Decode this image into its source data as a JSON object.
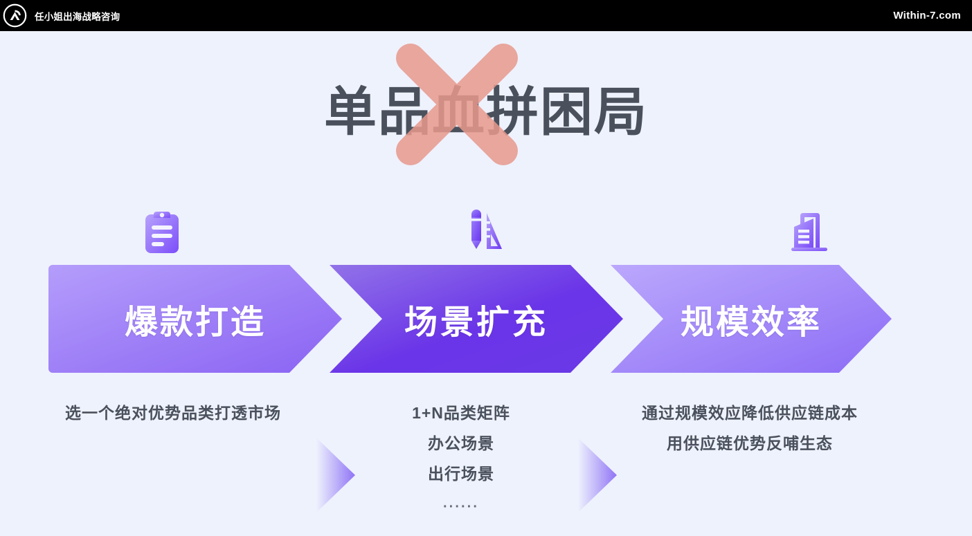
{
  "topbar": {
    "logo_icon": "circular-arrow-logo-icon",
    "brand": "任小姐出海战略咨询",
    "site_url": "Within-7.com",
    "bg_color": "#000000"
  },
  "slide": {
    "background_color": "#eef2fd",
    "headline": "单品血拼困局",
    "headline_color": "#4a515c",
    "cross_mark": {
      "icon": "cross-x-mark-icon",
      "color": "#e8998d",
      "opacity": 0.85
    }
  },
  "icons": [
    {
      "name": "clipboard-icon"
    },
    {
      "name": "pencil-ruler-icon"
    },
    {
      "name": "factory-building-icon"
    }
  ],
  "stages": [
    {
      "label": "爆款打造",
      "gradient_from": "#a78bfa",
      "gradient_to": "#8b5cf6"
    },
    {
      "label": "场景扩充",
      "gradient_from": "#8a6ae0",
      "gradient_to": "#5b21e0"
    },
    {
      "label": "规模效率",
      "gradient_from": "#b39cfb",
      "gradient_to": "#8b6df5"
    }
  ],
  "captions": [
    {
      "lines": [
        "选一个绝对优势品类打透市场"
      ]
    },
    {
      "lines": [
        "1+N品类矩阵",
        "办公场景",
        "出行场景"
      ],
      "ellipsis": "······"
    },
    {
      "lines": [
        "通过规模效应降低供应链成本",
        "用供应链优势反哺生态"
      ]
    }
  ],
  "connectors": [
    {
      "name": "flow-arrow-1",
      "color": "#8b6df5"
    },
    {
      "name": "flow-arrow-2",
      "color": "#8b6df5"
    }
  ]
}
